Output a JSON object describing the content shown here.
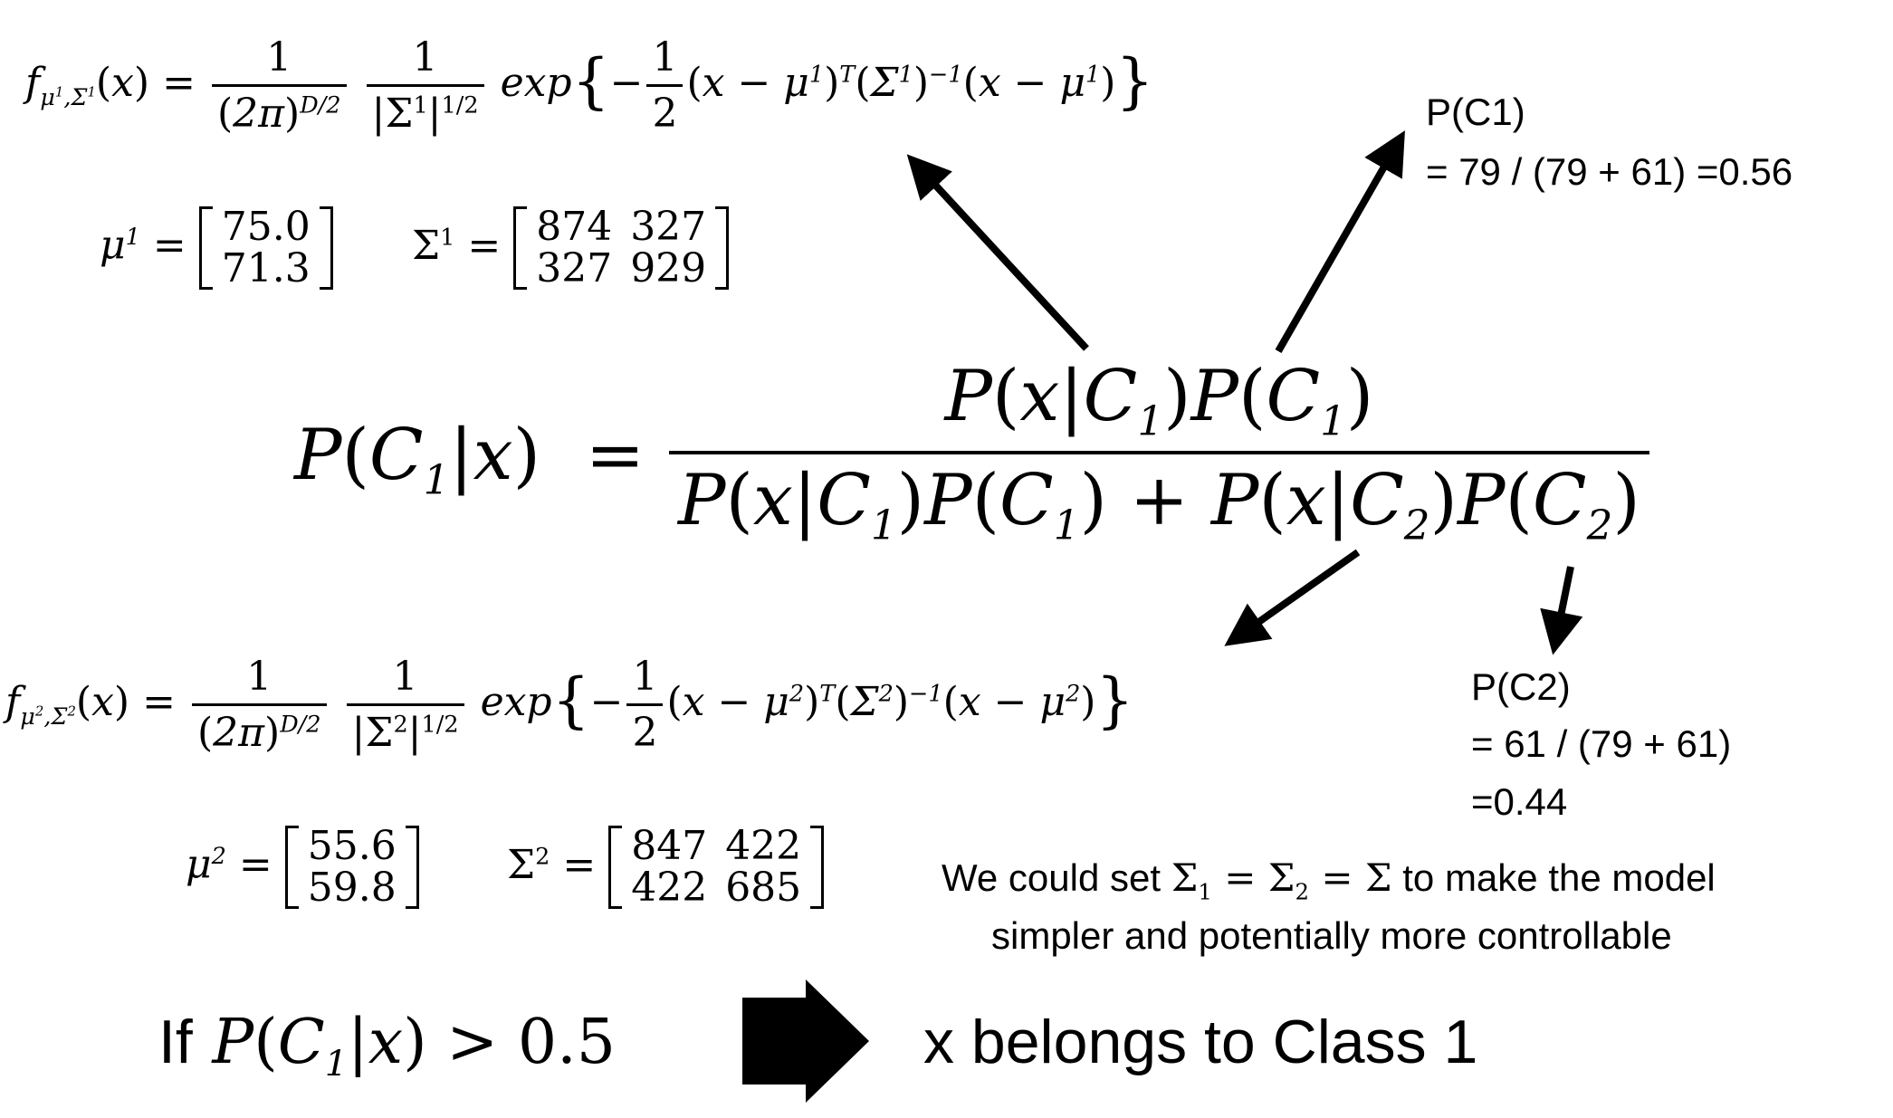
{
  "class1": {
    "mu_values": [
      "75.0",
      "71.3"
    ],
    "sigma_values": [
      [
        "874",
        "327"
      ],
      [
        "327",
        "929"
      ]
    ],
    "prior_label": "P(C1)",
    "prior_calc": "= 79 / (79 + 61) =0.56"
  },
  "class2": {
    "mu_values": [
      "55.6",
      "59.8"
    ],
    "sigma_values": [
      [
        "847",
        "422"
      ],
      [
        "422",
        "685"
      ]
    ],
    "prior_label": "P(C2)",
    "prior_calc_line1": "= 61 / (79 + 61)",
    "prior_calc_line2": "=0.44"
  },
  "note": {
    "prefix": "We could set",
    "suffix": "to make the model",
    "line2": "simpler and potentially more controllable"
  },
  "decision": {
    "if_word": "If",
    "threshold": "> 0.5",
    "result": "x belongs to Class 1"
  }
}
